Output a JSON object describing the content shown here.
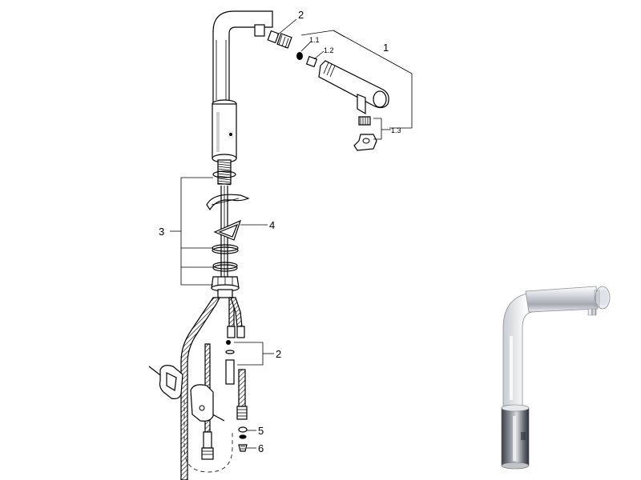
{
  "diagram": {
    "callouts": {
      "c1": "1",
      "c1_1": "1.1",
      "c1_2": "1.2",
      "c1_3": "1.3",
      "c2_top": "2",
      "c2_mid": "2",
      "c3": "3",
      "c4": "4",
      "c5": "5",
      "c6": "6"
    },
    "colors": {
      "line": "#000000",
      "chrome_light": "#f4f4f6",
      "chrome_mid": "#b8bcc2",
      "chrome_dark": "#6e737a",
      "hose_fill": "#d8d8d8"
    }
  }
}
